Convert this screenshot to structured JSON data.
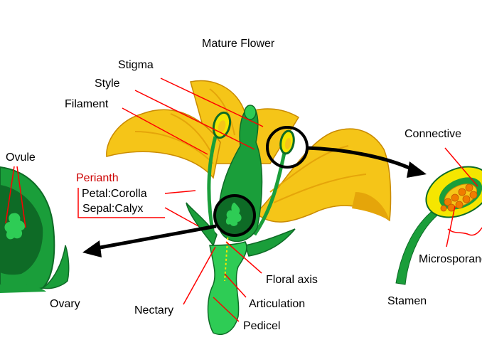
{
  "diagram": {
    "title": "Mature Flower",
    "labels": {
      "stigma": "Stigma",
      "style": "Style",
      "filament": "Filament",
      "perianth": "Perianth",
      "corolla": "Petal:Corolla",
      "calyx": "Sepal:Calyx",
      "ovule": "Ovule",
      "ovary": "Ovary",
      "nectary": "Nectary",
      "floral_axis": "Floral axis",
      "articulation": "Articulation",
      "pedicel": "Pedicel",
      "connective": "Connective",
      "microsporangium": "Microsporangium",
      "stamen": "Stamen"
    },
    "colors": {
      "petal": "#f5c518",
      "petal_shadow": "#e5a50a",
      "green": "#1a9e3a",
      "dark_green": "#0e6b26",
      "light_green": "#2ecc55",
      "leader": "#ff0000",
      "perianth_text": "#cc0000",
      "pollen": "#f07c00"
    }
  }
}
